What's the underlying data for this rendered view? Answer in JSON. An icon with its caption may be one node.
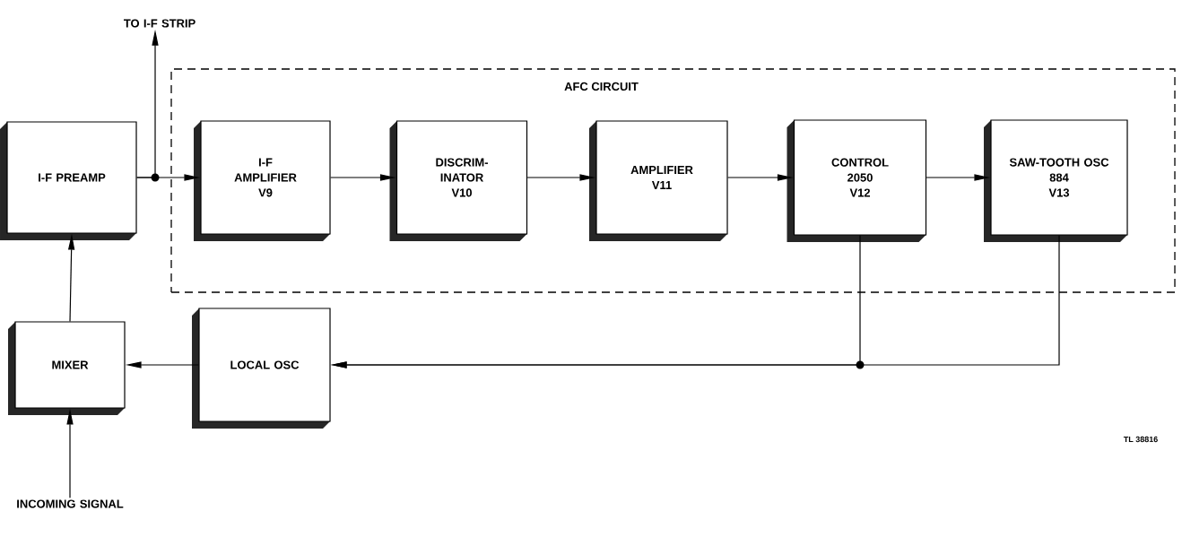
{
  "diagram": {
    "nodes": [
      {
        "text": [
          "AFC CIRCUIT"
        ]
      },
      {
        "text": [
          "I-F PREAMP"
        ]
      },
      {
        "text": [
          "I-F AMPLIFIER",
          "V9"
        ],
        "in": 0
      },
      {
        "text": [
          "DISCRIM- INATOR",
          "V10"
        ],
        "in": 0
      },
      {
        "text": [
          "AMPLIFIER",
          "V11"
        ],
        "in": 0
      },
      {
        "text": [
          "CONTROL",
          "2050",
          "V12"
        ],
        "in": 0
      },
      {
        "text": [
          "SAW-TOOTH OSC",
          "884",
          "V13"
        ],
        "in": 0
      },
      {
        "text": [
          "MIXER"
        ]
      },
      {
        "text": [
          "LOCAL OSC"
        ]
      },
      {
        "text": [
          "TO I-F STRIP"
        ]
      },
      {
        "text": [
          "INCOMING SIGNAL"
        ]
      }
    ],
    "edges": [
      {
        "from": 1,
        "to": 2,
        "arrow": "to"
      },
      {
        "from": 1,
        "to": 9,
        "arrow": "to"
      },
      {
        "from": 2,
        "to": 3,
        "arrow": "to"
      },
      {
        "from": 3,
        "to": 4,
        "arrow": "to"
      },
      {
        "from": 4,
        "to": 5,
        "arrow": "to"
      },
      {
        "from": 5,
        "to": 6,
        "arrow": "to"
      },
      {
        "from": 5,
        "to": 8,
        "arrow": "to"
      },
      {
        "from": 6,
        "to": 8,
        "arrow": "to"
      },
      {
        "from": 8,
        "to": 7,
        "arrow": "to"
      },
      {
        "from": 7,
        "to": 1,
        "arrow": "to"
      },
      {
        "from": 10,
        "to": 7,
        "arrow": "to"
      }
    ],
    "labels": [
      "TL 38816"
    ]
  }
}
